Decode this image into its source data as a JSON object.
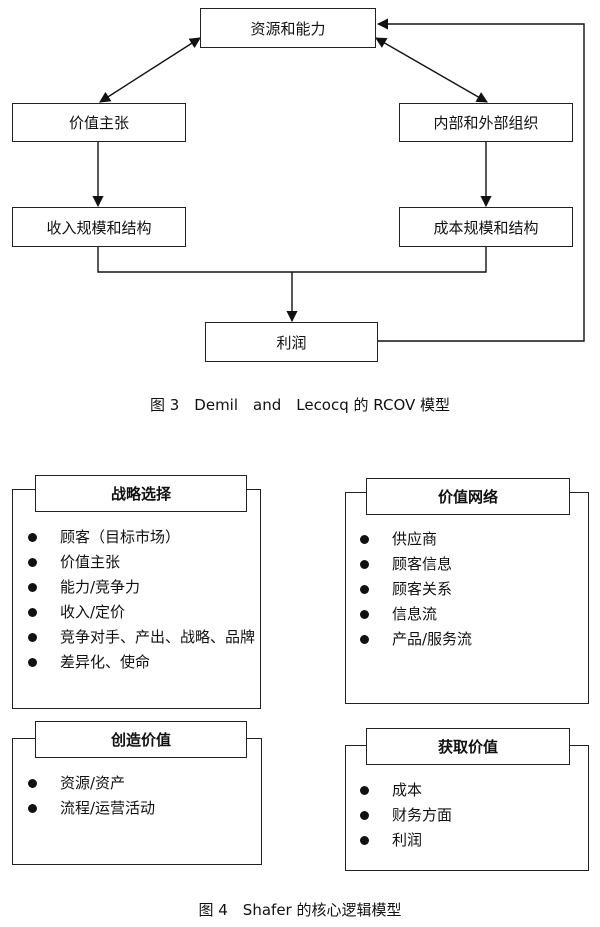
{
  "fig3": {
    "nodes": {
      "resources": "资源和能力",
      "value_prop": "价值主张",
      "org": "内部和外部组织",
      "revenue": "收入规模和结构",
      "cost": "成本规模和结构",
      "profit": "利润"
    },
    "caption": "图 3　Demil　and　Lecocq 的 RCOV 模型"
  },
  "fig4": {
    "panels": {
      "strategy": {
        "title": "战略选择",
        "items": [
          "顾客（目标市场）",
          "价值主张",
          "能力/竞争力",
          "收入/定价",
          "竞争对手、产出、战略、品牌",
          "差异化、使命"
        ]
      },
      "value_network": {
        "title": "价值网络",
        "items": [
          "供应商",
          "顾客信息",
          "顾客关系",
          "信息流",
          "产品/服务流"
        ]
      },
      "create_value": {
        "title": "创造价值",
        "items": [
          "资源/资产",
          "流程/运营活动"
        ]
      },
      "capture_value": {
        "title": "获取价值",
        "items": [
          "成本",
          "财务方面",
          "利润"
        ]
      }
    },
    "caption": "图 4　Shafer 的核心逻辑模型"
  }
}
